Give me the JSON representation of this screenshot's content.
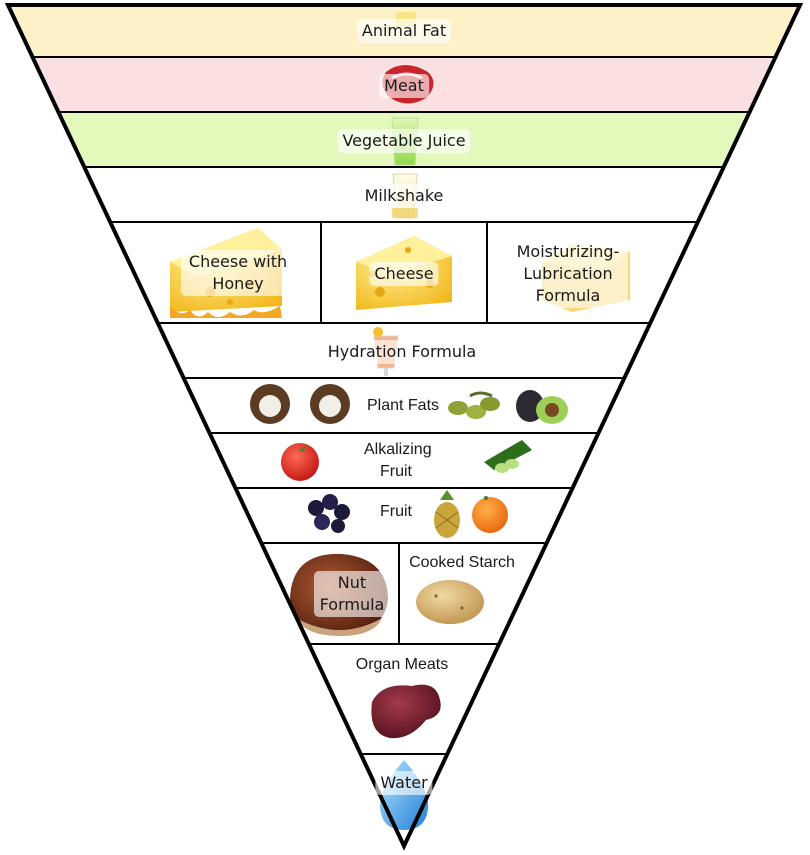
{
  "colors": {
    "outline": "#000000",
    "animal_fat_band": "#fdf1c7",
    "meat_band": "#fae0e0",
    "vegetable_juice_band": "#e2f9bb",
    "plain_band": "#ffffff"
  },
  "tiers": [
    {
      "cells": [
        {
          "label": "Animal Fat",
          "icon": "butter-icon"
        }
      ]
    },
    {
      "cells": [
        {
          "label": "Meat",
          "icon": "steak-icon"
        }
      ]
    },
    {
      "cells": [
        {
          "label": "Vegetable Juice",
          "icon": "green-juice-glass-icon"
        }
      ]
    },
    {
      "cells": [
        {
          "label": "Milkshake",
          "icon": "milkshake-glass-icon"
        }
      ]
    },
    {
      "cells": [
        {
          "label": "Cheese with Honey",
          "icon": "honey-cheese-icon"
        },
        {
          "label": "Cheese",
          "icon": "cheese-icon"
        },
        {
          "label": "Moisturizing-Lubrication Formula",
          "icon": "cheese-cube-icon"
        }
      ]
    },
    {
      "cells": [
        {
          "label": "Hydration Formula",
          "icon": "cocktail-glass-icon"
        }
      ]
    },
    {
      "cells": [
        {
          "label": "Plant Fats",
          "icons": [
            "coconut-icon",
            "coconut-icon",
            "olives-icon",
            "avocado-icon"
          ]
        }
      ]
    },
    {
      "cells": [
        {
          "label": "Alkalizing Fruit",
          "icons": [
            "tomato-icon",
            "cucumber-icon"
          ]
        }
      ]
    },
    {
      "cells": [
        {
          "label": "Fruit",
          "icons": [
            "blackberries-icon",
            "pineapple-icon",
            "orange-icon"
          ]
        }
      ]
    },
    {
      "cells": [
        {
          "label": "Nut Formula",
          "icon": "chestnut-icon"
        },
        {
          "label": "Cooked Starch",
          "icon": "potato-icon"
        }
      ]
    },
    {
      "cells": [
        {
          "label": "Organ Meats",
          "icon": "liver-icon"
        }
      ]
    },
    {
      "cells": [
        {
          "label": "Water",
          "icon": "water-drop-icon"
        }
      ]
    }
  ]
}
